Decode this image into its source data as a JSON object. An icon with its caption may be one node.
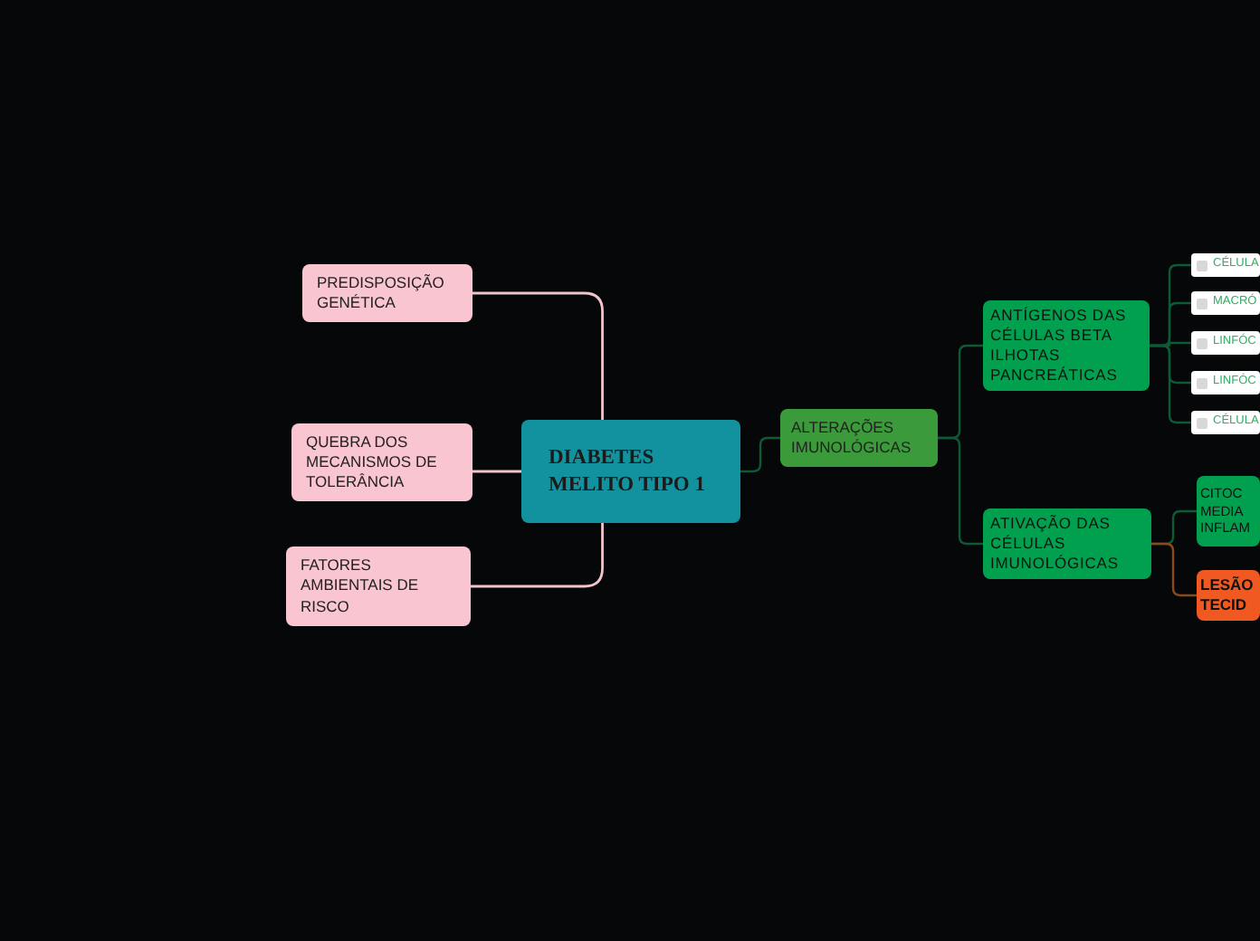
{
  "diagram": {
    "nodes": [
      {
        "text": [
          "DIABETES MELITO TIPO 1"
        ]
      },
      {
        "text": [
          "PREDISPOSIÇÃO GENÉTICA"
        ]
      },
      {
        "text": [
          "QUEBRA DOS MECANISMOS DE TOLERÂNCIA"
        ]
      },
      {
        "text": [
          "FATORES AMBIENTAIS DE RISCO"
        ]
      },
      {
        "text": [
          "ALTERAÇÕES IMUNOLÓGICAS"
        ]
      },
      {
        "text": [
          "ANTÍGENOS DAS CÉLULAS BETA ILHOTAS PANCREÁTICAS"
        ]
      },
      {
        "text": [
          "ATIVAÇÃO DAS CÉLULAS IMUNOLÓGICAS"
        ]
      },
      {
        "text": [
          "CÉLULA"
        ]
      },
      {
        "text": [
          "MACRÓ"
        ]
      },
      {
        "text": [
          "LINFÓC"
        ]
      },
      {
        "text": [
          "LINFÓC"
        ]
      },
      {
        "text": [
          "CÉLULA"
        ]
      },
      {
        "text": [
          "CITOC MEDIA INFLAM"
        ]
      },
      {
        "text": [
          "LESÃO TECID"
        ]
      }
    ],
    "edges": [
      {
        "from": 0,
        "to": 1,
        "arrow": "none",
        "color": "#f2c4cc"
      },
      {
        "from": 0,
        "to": 2,
        "arrow": "none",
        "color": "#f2c4cc"
      },
      {
        "from": 0,
        "to": 3,
        "arrow": "none",
        "color": "#f2c4cc"
      },
      {
        "from": 0,
        "to": 4,
        "arrow": "none"
      },
      {
        "from": 4,
        "to": 5,
        "arrow": "none"
      },
      {
        "from": 4,
        "to": 6,
        "arrow": "none"
      },
      {
        "from": 5,
        "to": 7,
        "arrow": "none"
      },
      {
        "from": 5,
        "to": 8,
        "arrow": "none"
      },
      {
        "from": 5,
        "to": 9,
        "arrow": "none"
      },
      {
        "from": 5,
        "to": 10,
        "arrow": "none"
      },
      {
        "from": 5,
        "to": 11,
        "arrow": "none"
      },
      {
        "from": 6,
        "to": 12,
        "arrow": "none"
      },
      {
        "from": 6,
        "to": 13,
        "arrow": "none",
        "color": "#8a4a1a"
      }
    ]
  }
}
